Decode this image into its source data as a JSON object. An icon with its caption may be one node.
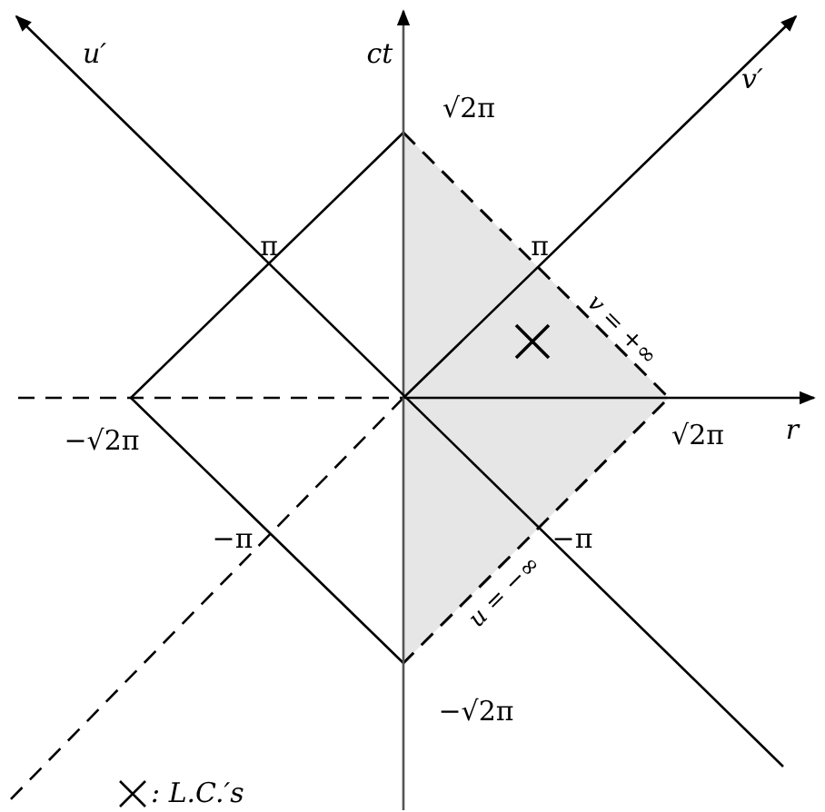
{
  "diagram": {
    "labels": [
      "u′",
      "ct",
      "v′",
      "√2π",
      "π",
      "π",
      "v = +∞",
      "−√2π",
      "√2π",
      "r",
      "−π",
      "−π",
      "u = −∞",
      "−√2π"
    ],
    "legend": [
      {
        "text": ": L.C.′s"
      }
    ]
  }
}
